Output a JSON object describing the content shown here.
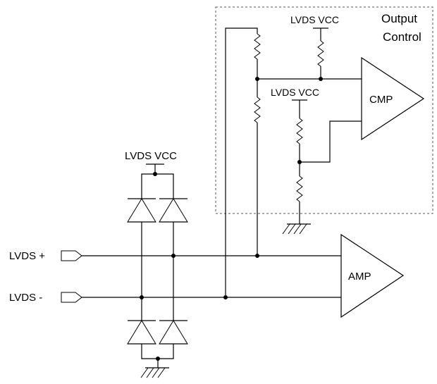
{
  "labels": {
    "vcc_top": "LVDS VCC",
    "vcc_mid": "LVDS VCC",
    "vcc_left": "LVDS VCC",
    "output_control_line1": "Output",
    "output_control_line2": "Control",
    "cmp": "CMP",
    "amp": "AMP",
    "lvds_plus": "LVDS +",
    "lvds_minus": "LVDS -"
  },
  "colors": {
    "line": "#000000",
    "background": "#ffffff",
    "box_dash": "#555555"
  },
  "icons": [
    "resistor",
    "diode",
    "ground",
    "junction-dot",
    "port-connector",
    "amplifier-triangle",
    "comparator-triangle"
  ]
}
